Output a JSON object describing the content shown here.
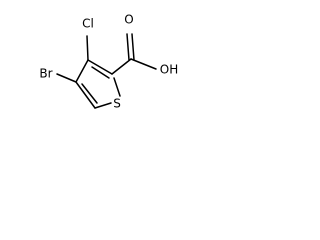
{
  "molecule": {
    "atoms": {
      "cl": "Cl",
      "br": "Br",
      "s": "S",
      "o": "O",
      "oh": "OH"
    }
  }
}
